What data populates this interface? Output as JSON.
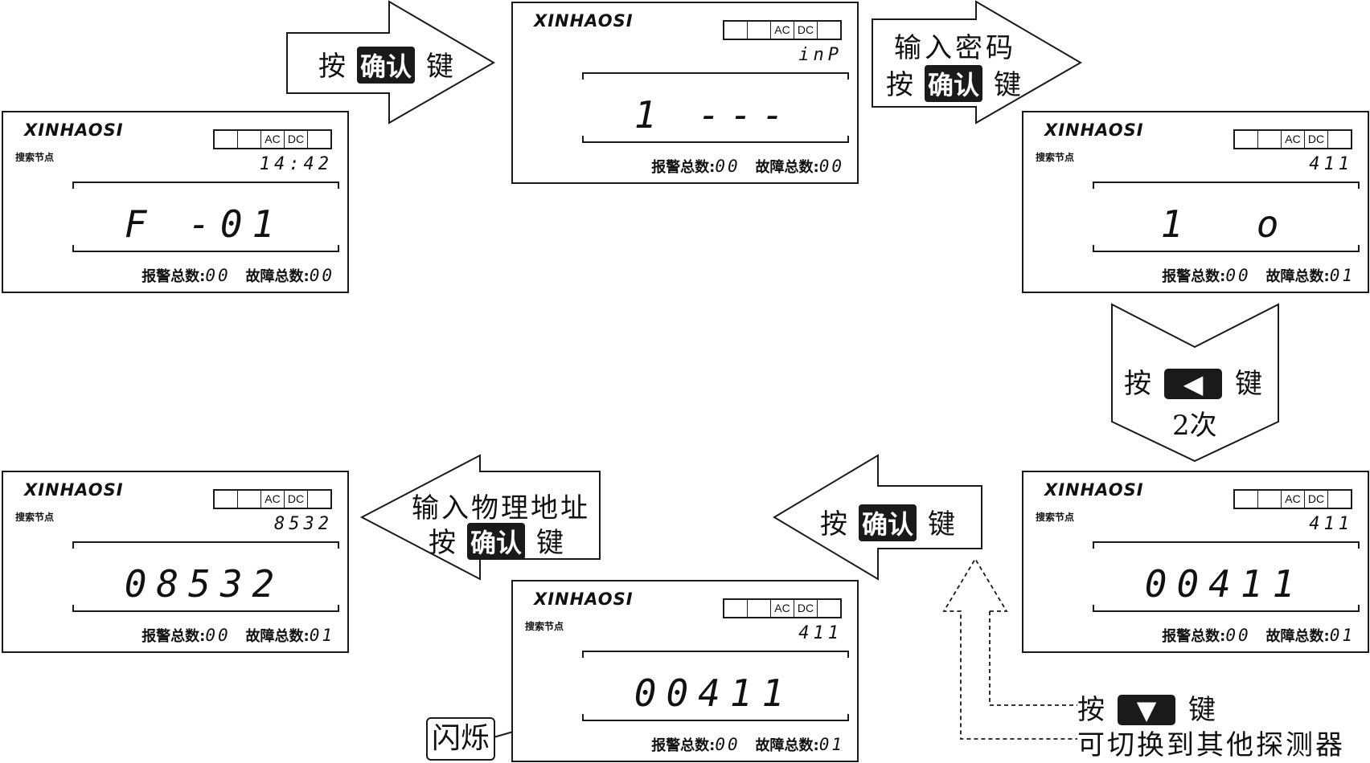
{
  "panel_common": {
    "logo": "XINHAOSI",
    "status_boxes": [
      "",
      "",
      "AC",
      "DC",
      ""
    ],
    "node_label": "搜索节点",
    "alarm_label": "报警总数:",
    "fault_label": "故障总数:"
  },
  "panels": [
    {
      "id": "panel-start",
      "show_node": true,
      "time": "14:42",
      "main": "F -01",
      "alarm": "00",
      "fault": "00"
    },
    {
      "id": "panel-password",
      "show_node": false,
      "time": "inP",
      "main": "1 ---",
      "alarm": "00",
      "fault": "00"
    },
    {
      "id": "panel-io",
      "show_node": true,
      "time": "411",
      "main": "1  o",
      "alarm": "00",
      "fault": "01"
    },
    {
      "id": "panel-address-right",
      "show_node": true,
      "time": "411",
      "main": "00411",
      "alarm": "00",
      "fault": "01"
    },
    {
      "id": "panel-address-flashing",
      "show_node": true,
      "time": "411",
      "main": "00411",
      "alarm": "00",
      "fault": "01"
    },
    {
      "id": "panel-physical-address",
      "show_node": true,
      "time": "8532",
      "main": "08532",
      "alarm": "00",
      "fault": "01"
    }
  ],
  "steps": {
    "press": "按",
    "key_suffix": "键",
    "confirm_key": "确认",
    "enter_password": "输入密码",
    "left_key_glyph": "◀",
    "times_two": "2次",
    "enter_physical_address": "输入物理地址",
    "down_key_glyph": "▼",
    "switch_detector": "可切换到其他探测器",
    "flashing": "闪烁"
  }
}
